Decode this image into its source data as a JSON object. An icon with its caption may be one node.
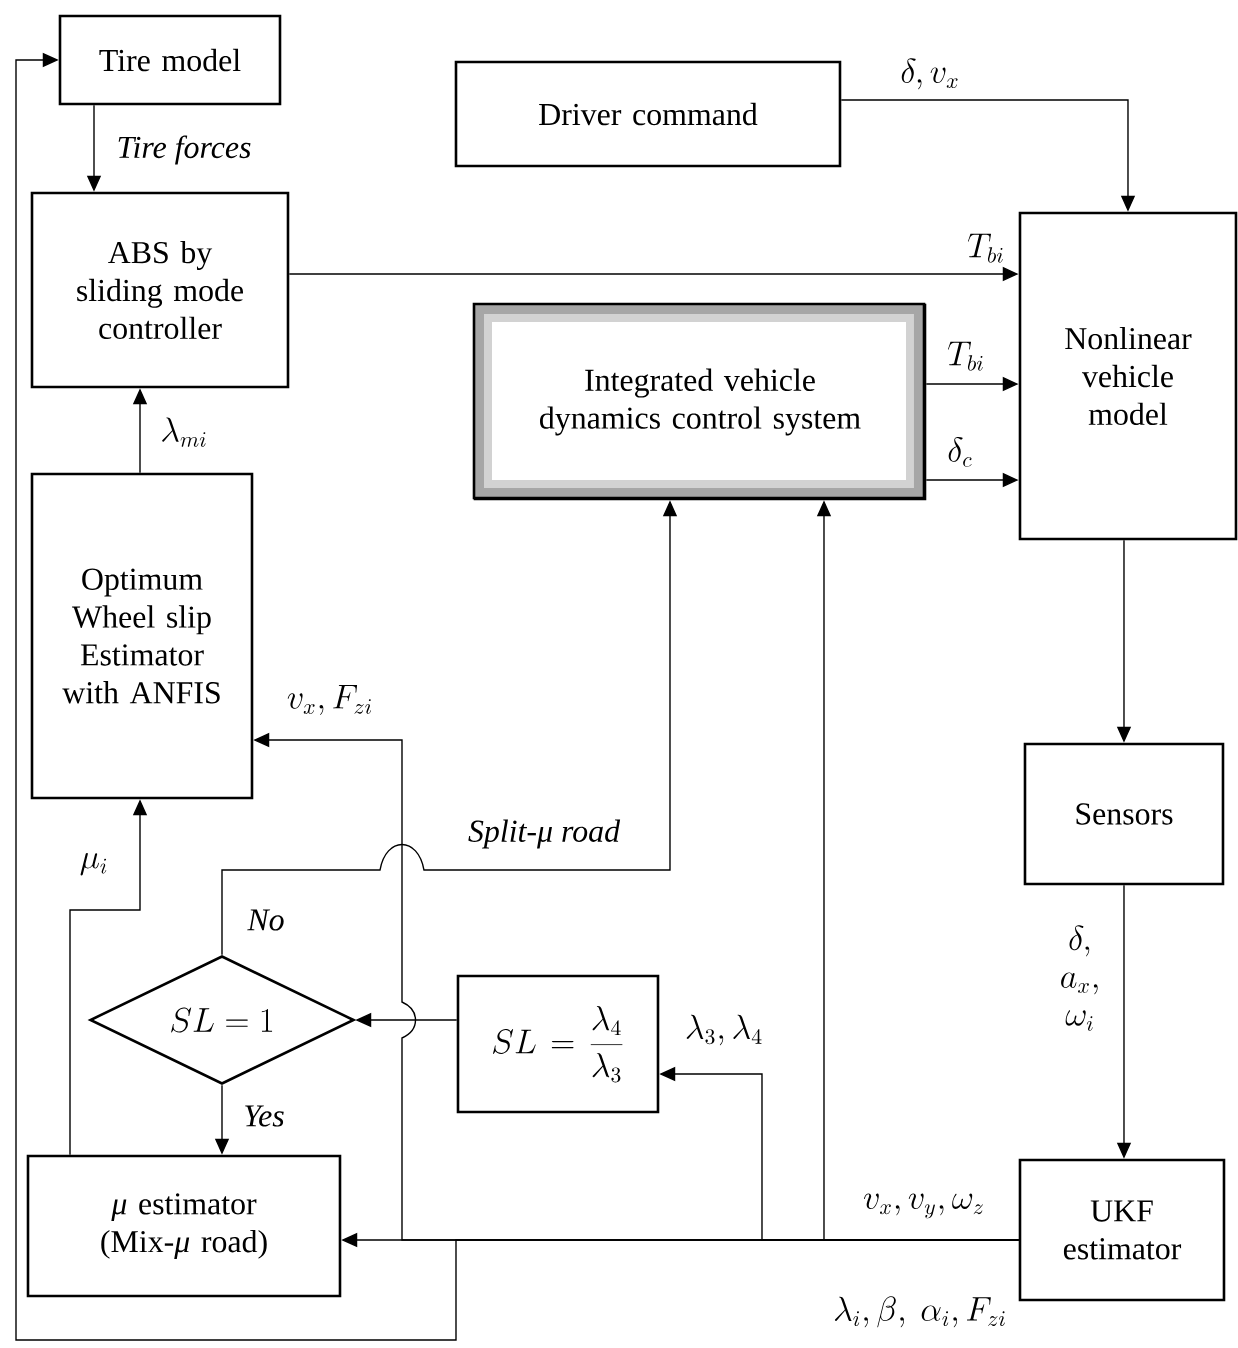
{
  "diagram": {
    "nodes": [
      {
        "text": [
          "Tire model"
        ]
      },
      {
        "text": [
          "ABS by sliding mode controller"
        ]
      },
      {
        "text": [
          "Optimum Wheel slip Estimator with ANFIS"
        ]
      },
      {
        "text": [
          "Driver command"
        ]
      },
      {
        "text": [
          "Integrated vehicle dynamics control system"
        ]
      },
      {
        "text": [
          "Nonlinear vehicle model"
        ]
      },
      {
        "text": [
          "Sensors"
        ]
      },
      {
        "text": [
          "SL = 1"
        ]
      },
      {
        "text": [
          "SL = \\frac{\\lambda_4}{\\lambda_3}"
        ]
      },
      {
        "text": [
          "*μ* estimator (Mix-*μ* road)"
        ]
      },
      {
        "text": [
          "UKF estimator"
        ]
      }
    ],
    "edges": [
      {
        "from": 0,
        "to": 1,
        "arrow": "to",
        "label": "Tire forces"
      },
      {
        "from": 1,
        "to": 5,
        "arrow": "to",
        "label": "T_{bi}"
      },
      {
        "from": 2,
        "to": 1,
        "arrow": "to",
        "label": "\\lambda_{mi}"
      },
      {
        "from": 3,
        "to": 5,
        "arrow": "to",
        "label": "\\delta, v_x"
      },
      {
        "from": 4,
        "to": 5,
        "arrow": "to",
        "label": "T_{bi}"
      },
      {
        "from": 4,
        "to": 5,
        "arrow": "to",
        "label": "\\delta_c"
      },
      {
        "from": 5,
        "to": 6,
        "arrow": "to"
      },
      {
        "from": 6,
        "to": 10,
        "arrow": "to",
        "label": "\\begin{array}{c}\\delta,\\\\ a_x,\\\\ \\omega_i\\end{array}"
      },
      {
        "from": 10,
        "to": 9,
        "arrow": "to",
        "label": "\\lambda_i, \\beta,\\ \\alpha_i, F_{zi}"
      },
      {
        "from": 10,
        "to": 4,
        "arrow": "to",
        "label": "v_x, v_y, \\omega_z"
      },
      {
        "from": 10,
        "to": 8,
        "arrow": "to",
        "label": "\\lambda_3, \\lambda_4"
      },
      {
        "from": 10,
        "to": 2,
        "arrow": "to",
        "label": "v_x, F_{zi}"
      },
      {
        "from": 10,
        "to": 0,
        "arrow": "to"
      },
      {
        "from": 8,
        "to": 7,
        "arrow": "to"
      },
      {
        "from": 7,
        "to": 9,
        "arrow": "to",
        "label": "Yes"
      },
      {
        "from": 7,
        "to": 4,
        "arrow": "to",
        "label": "Split-μ road"
      },
      {
        "from": 9,
        "to": 2,
        "arrow": "to",
        "label": "\\mu_i"
      }
    ],
    "labels": [
      "No"
    ]
  }
}
